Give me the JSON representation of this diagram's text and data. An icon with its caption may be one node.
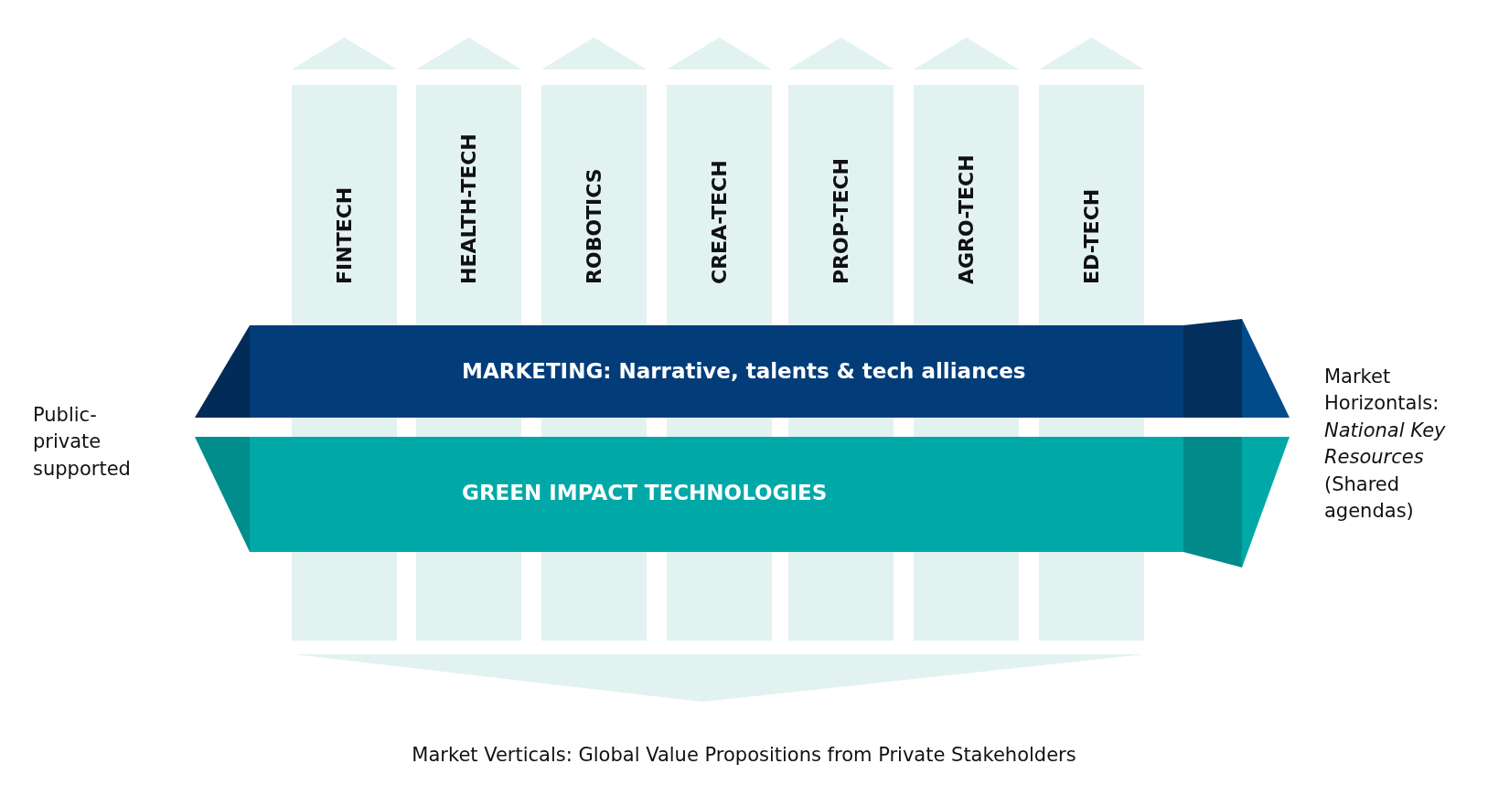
{
  "diagram": {
    "caption": "Market Verticals: Global Value Propositions from Private Stakeholders",
    "nodes": [
      {
        "text": [
          "FINTECH"
        ]
      },
      {
        "text": [
          "HEALTH-TECH"
        ]
      },
      {
        "text": [
          "ROBOTICS"
        ]
      },
      {
        "text": [
          "CREA-TECH"
        ]
      },
      {
        "text": [
          "PROP-TECH"
        ]
      },
      {
        "text": [
          "AGRO-TECH"
        ]
      },
      {
        "text": [
          "ED-TECH"
        ]
      },
      {
        "text": [
          "MARKETING: Narrative, talents & tech alliances"
        ]
      },
      {
        "text": [
          "GREEN IMPACT TECHNOLOGIES"
        ]
      }
    ],
    "labels": [
      "Public-private supported",
      "Market Horizontals: *National Key Resources* (Shared agendas)"
    ]
  }
}
